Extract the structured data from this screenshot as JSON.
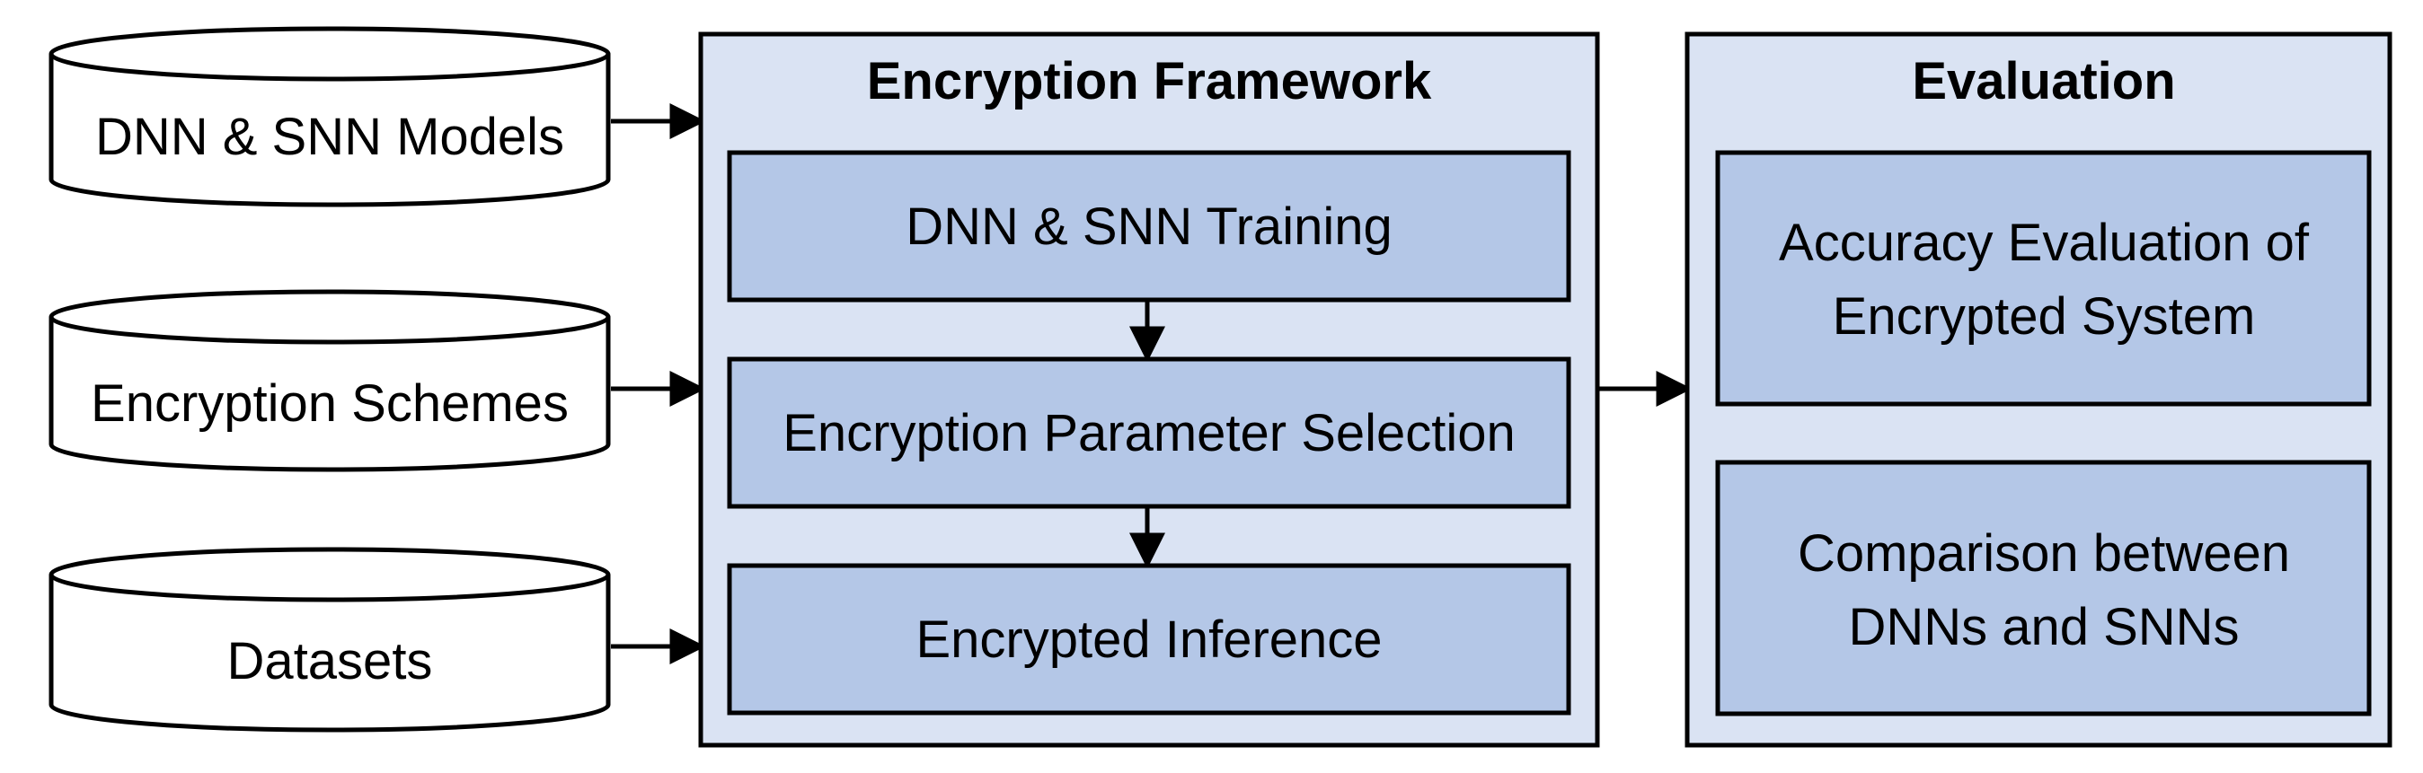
{
  "inputs": [
    {
      "label": "DNN & SNN Models"
    },
    {
      "label": "Encryption Schemes"
    },
    {
      "label": "Datasets"
    }
  ],
  "framework": {
    "title": "Encryption Framework",
    "steps": [
      {
        "label": "DNN & SNN Training"
      },
      {
        "label": "Encryption Parameter Selection"
      },
      {
        "label": "Encrypted Inference"
      }
    ]
  },
  "evaluation": {
    "title": "Evaluation",
    "items": [
      {
        "lines": [
          "Accuracy Evaluation of",
          "Encrypted System"
        ]
      },
      {
        "lines": [
          "Comparison between",
          "DNNs and SNNs"
        ]
      }
    ]
  },
  "colors": {
    "panel_fill": "#dae3f3",
    "step_fill": "#b4c7e7",
    "stroke": "#000000",
    "cylinder_fill": "#ffffff"
  }
}
